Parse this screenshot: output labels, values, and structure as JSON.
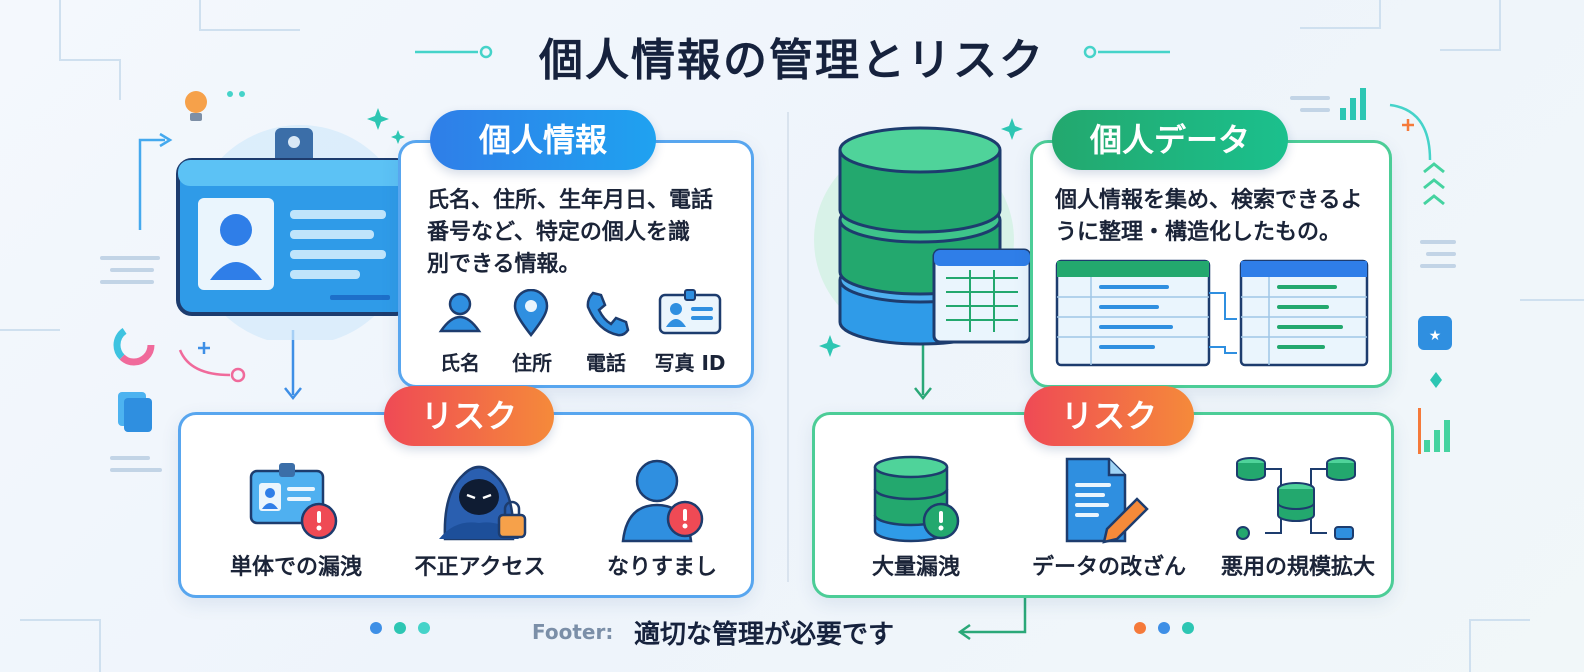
{
  "title": "個人情報の管理とリスク",
  "left": {
    "pill": "個人情報",
    "description": [
      "氏名、住所、生年月日、電話",
      "番号など、特定の個人を識",
      "別できる情報。"
    ],
    "examples": [
      {
        "icon": "person-icon",
        "label": "氏名"
      },
      {
        "icon": "location-pin-icon",
        "label": "住所"
      },
      {
        "icon": "phone-icon",
        "label": "電話"
      },
      {
        "icon": "id-photo-icon",
        "label": "写真 ID"
      }
    ],
    "risk_pill": "リスク",
    "risks": [
      {
        "icon": "id-card-warning-icon",
        "label": "単体での漏洩"
      },
      {
        "icon": "hacker-lock-icon",
        "label": "不正アクセス"
      },
      {
        "icon": "impersonation-icon",
        "label": "なりすまし"
      }
    ]
  },
  "right": {
    "pill": "個人データ",
    "description": [
      "個人情報を集め、検索できるよ",
      "うに整理・構造化したもの。"
    ],
    "risk_pill": "リスク",
    "risks": [
      {
        "icon": "database-warning-icon",
        "label": "大量漏洩"
      },
      {
        "icon": "document-edit-icon",
        "label": "データの改ざん"
      },
      {
        "icon": "database-network-icon",
        "label": "悪用の規模拡大"
      }
    ]
  },
  "footer": {
    "label": "Footer:",
    "text": "適切な管理が必要です"
  },
  "colors": {
    "blue": "#2f7ee8",
    "green": "#23a86e",
    "risk": "#ef4a55",
    "title": "#16223d"
  }
}
